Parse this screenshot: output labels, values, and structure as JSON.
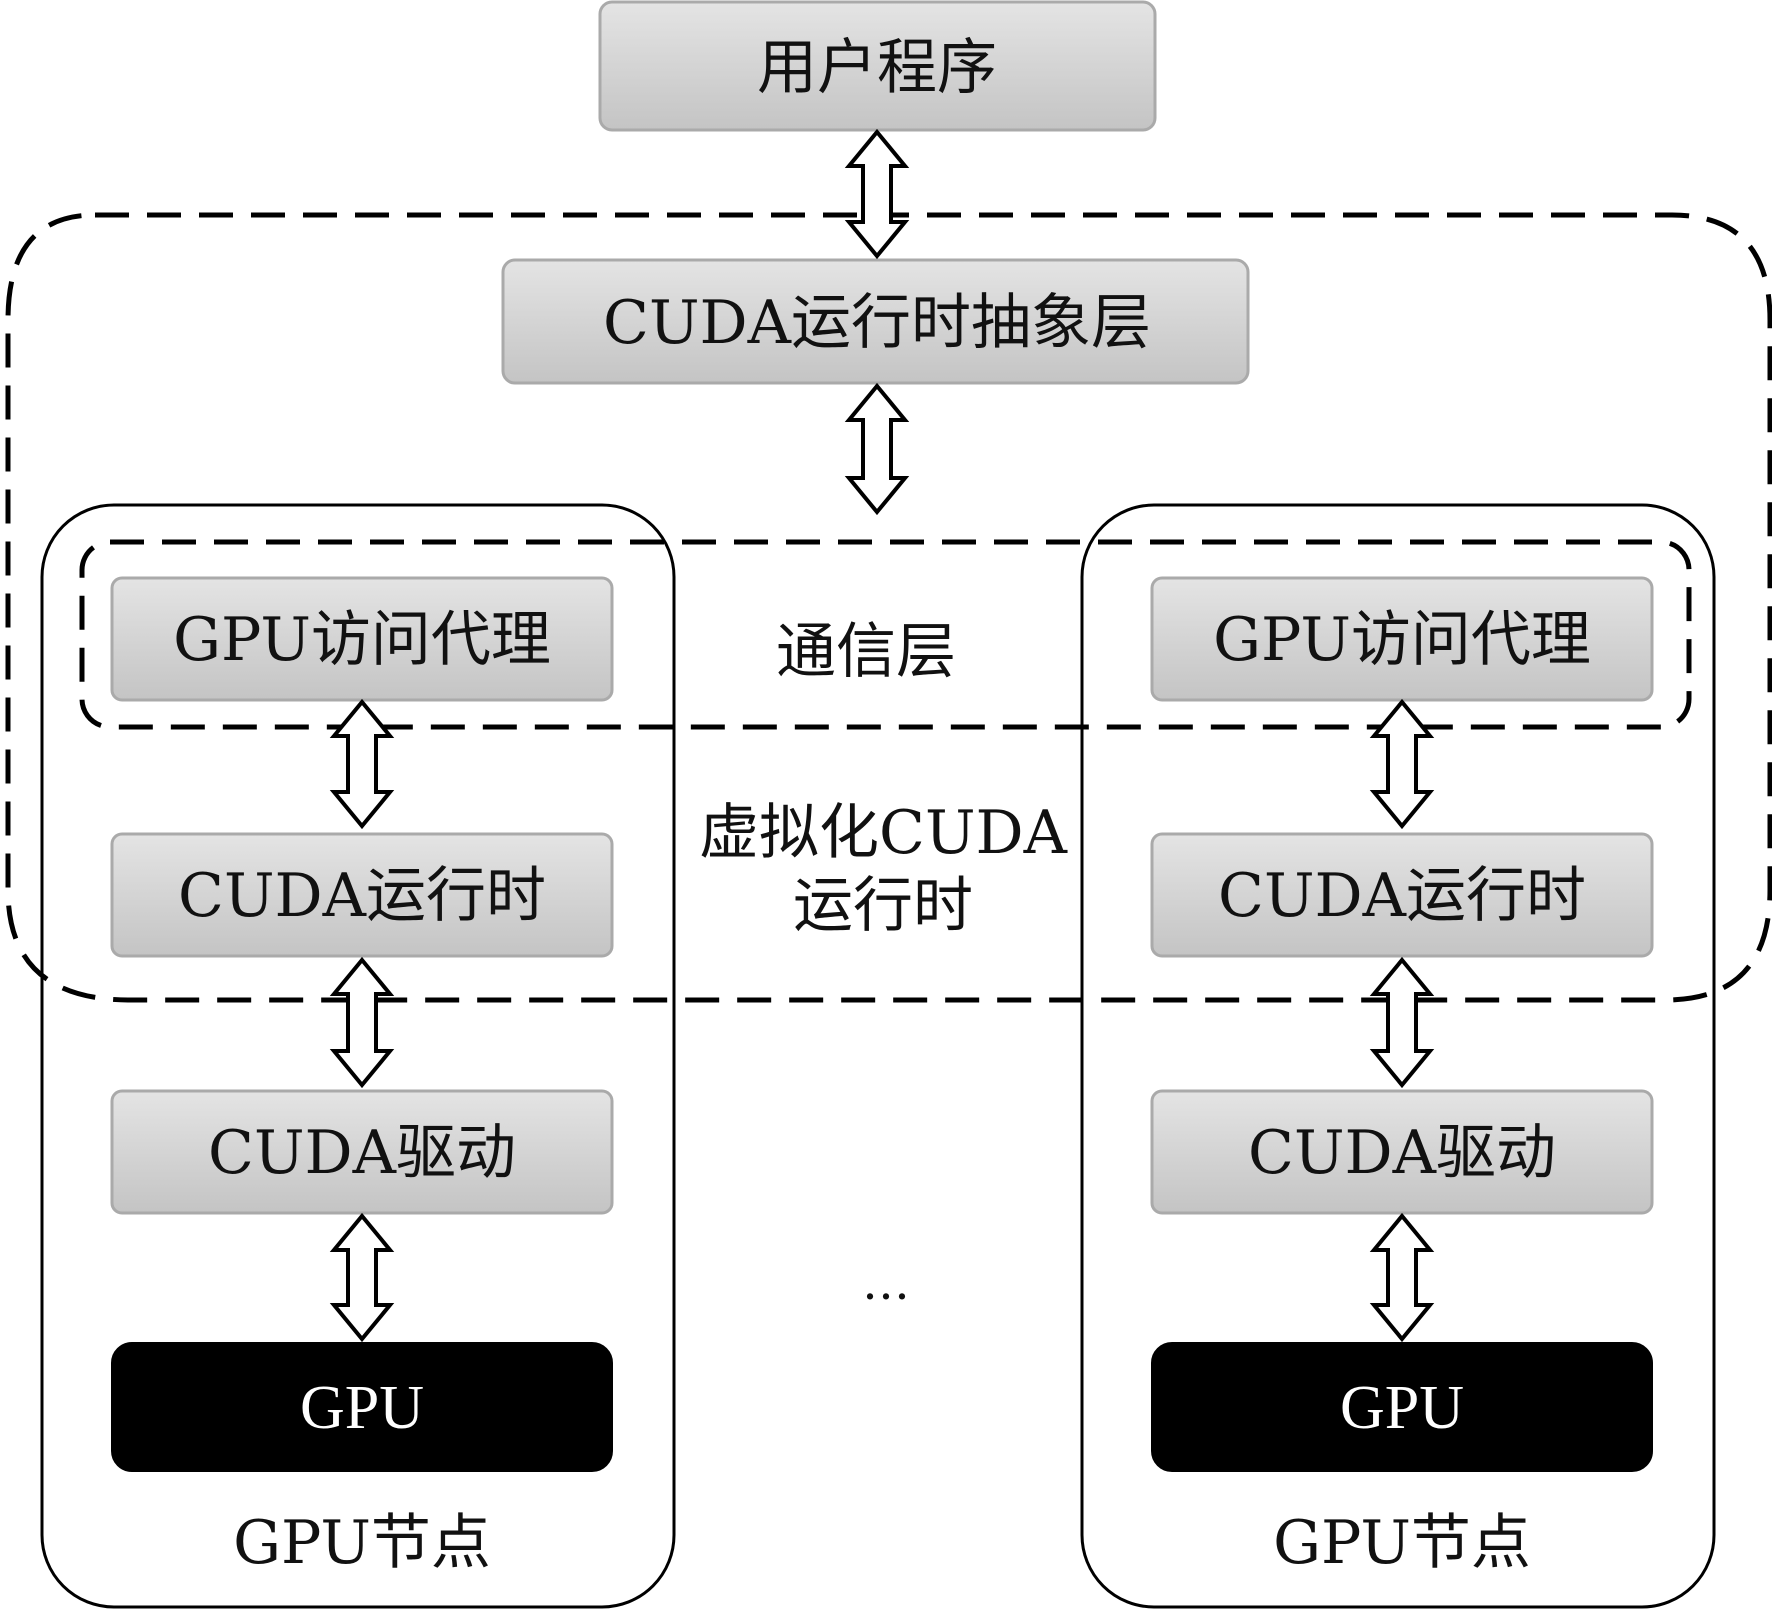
{
  "colors": {
    "box_fill_top": "#e4e4e4",
    "box_fill_bottom": "#c4c4c4",
    "box_stroke": "#aaaaaa",
    "gpu_fill": "#000000",
    "line": "#000000",
    "text": "#111111"
  },
  "top": {
    "user_program": "用户程序"
  },
  "abstraction_layer": "CUDA运行时抽象层",
  "labels": {
    "comm_layer": "通信层",
    "virtual_runtime_line1": "虚拟化CUDA",
    "virtual_runtime_line2": "运行时",
    "ellipsis": "…"
  },
  "nodes": [
    {
      "gpu_agent": "GPU访问代理",
      "cuda_runtime": "CUDA运行时",
      "cuda_driver": "CUDA驱动",
      "gpu": "GPU",
      "node_label": "GPU节点"
    },
    {
      "gpu_agent": "GPU访问代理",
      "cuda_runtime": "CUDA运行时",
      "cuda_driver": "CUDA驱动",
      "gpu": "GPU",
      "node_label": "GPU节点"
    }
  ]
}
